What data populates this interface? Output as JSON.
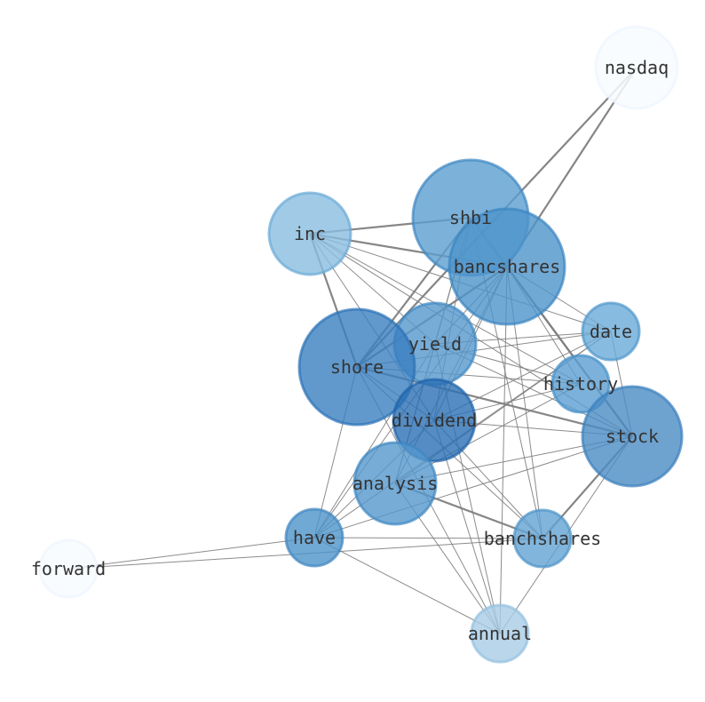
{
  "nodes": [
    {
      "id": "nasdaq",
      "label": "nasdaq",
      "color": "#f7fbff",
      "stroke": "#eef5fd",
      "opacity": 0.85
    },
    {
      "id": "shbi",
      "label": "shbi",
      "color": "#5b9fd0",
      "stroke": "#3d86c2",
      "opacity": 0.8
    },
    {
      "id": "inc",
      "label": "inc",
      "color": "#88bde0",
      "stroke": "#6aa9d6",
      "opacity": 0.8
    },
    {
      "id": "bancshares",
      "label": "bancshares",
      "color": "#4d94cb",
      "stroke": "#3a84c0",
      "opacity": 0.8
    },
    {
      "id": "date",
      "label": "date",
      "color": "#6aaad8",
      "stroke": "#4d96cb",
      "opacity": 0.8
    },
    {
      "id": "yield",
      "label": "yield",
      "color": "#5597cd",
      "stroke": "#3d87c2",
      "opacity": 0.8
    },
    {
      "id": "shore",
      "label": "shore",
      "color": "#3a7fc0",
      "stroke": "#2a70b5",
      "opacity": 0.8
    },
    {
      "id": "history",
      "label": "history",
      "color": "#5a9ed2",
      "stroke": "#428ec6",
      "opacity": 0.8
    },
    {
      "id": "dividend",
      "label": "dividend",
      "color": "#2a6fb4",
      "stroke": "#1f62a8",
      "opacity": 0.8
    },
    {
      "id": "stock",
      "label": "stock",
      "color": "#4a8cc4",
      "stroke": "#3a7fbc",
      "opacity": 0.8
    },
    {
      "id": "analysis",
      "label": "analysis",
      "color": "#5597cd",
      "stroke": "#3d87c2",
      "opacity": 0.8
    },
    {
      "id": "have",
      "label": "have",
      "color": "#4e93ca",
      "stroke": "#3d84bf",
      "opacity": 0.8
    },
    {
      "id": "banchshares",
      "label": "banchshares",
      "color": "#62a3d3",
      "stroke": "#4b93c8",
      "opacity": 0.8
    },
    {
      "id": "forward",
      "label": "forward",
      "color": "#f7fbff",
      "stroke": "#eef5fd",
      "opacity": 0.85
    },
    {
      "id": "annual",
      "label": "annual",
      "color": "#a7cce6",
      "stroke": "#93c0e0",
      "opacity": 0.8
    }
  ],
  "edges": [
    {
      "source": "nasdaq",
      "target": "shore",
      "weight": 2
    },
    {
      "source": "nasdaq",
      "target": "bancshares",
      "weight": 2
    },
    {
      "source": "inc",
      "target": "shbi",
      "weight": 2
    },
    {
      "source": "inc",
      "target": "bancshares",
      "weight": 3
    },
    {
      "source": "inc",
      "target": "shore",
      "weight": 2
    },
    {
      "source": "inc",
      "target": "date",
      "weight": 1
    },
    {
      "source": "inc",
      "target": "history",
      "weight": 1
    },
    {
      "source": "inc",
      "target": "stock",
      "weight": 1
    },
    {
      "source": "inc",
      "target": "dividend",
      "weight": 1
    },
    {
      "source": "inc",
      "target": "yield",
      "weight": 1
    },
    {
      "source": "shbi",
      "target": "shore",
      "weight": 2
    },
    {
      "source": "shbi",
      "target": "stock",
      "weight": 2
    },
    {
      "source": "shbi",
      "target": "dividend",
      "weight": 1
    },
    {
      "source": "shbi",
      "target": "yield",
      "weight": 1
    },
    {
      "source": "shbi",
      "target": "analysis",
      "weight": 1
    },
    {
      "source": "shbi",
      "target": "banchshares",
      "weight": 1
    },
    {
      "source": "bancshares",
      "target": "shore",
      "weight": 2
    },
    {
      "source": "bancshares",
      "target": "stock",
      "weight": 2
    },
    {
      "source": "bancshares",
      "target": "date",
      "weight": 1
    },
    {
      "source": "bancshares",
      "target": "history",
      "weight": 1
    },
    {
      "source": "bancshares",
      "target": "yield",
      "weight": 1
    },
    {
      "source": "bancshares",
      "target": "dividend",
      "weight": 1
    },
    {
      "source": "bancshares",
      "target": "analysis",
      "weight": 1
    },
    {
      "source": "bancshares",
      "target": "have",
      "weight": 1
    },
    {
      "source": "bancshares",
      "target": "banchshares",
      "weight": 1
    },
    {
      "source": "bancshares",
      "target": "annual",
      "weight": 1
    },
    {
      "source": "date",
      "target": "yield",
      "weight": 1
    },
    {
      "source": "date",
      "target": "shore",
      "weight": 1
    },
    {
      "source": "date",
      "target": "stock",
      "weight": 1
    },
    {
      "source": "date",
      "target": "dividend",
      "weight": 1
    },
    {
      "source": "date",
      "target": "analysis",
      "weight": 1
    },
    {
      "source": "date",
      "target": "have",
      "weight": 1
    },
    {
      "source": "yield",
      "target": "stock",
      "weight": 1
    },
    {
      "source": "yield",
      "target": "history",
      "weight": 1
    },
    {
      "source": "yield",
      "target": "analysis",
      "weight": 1
    },
    {
      "source": "yield",
      "target": "have",
      "weight": 1
    },
    {
      "source": "yield",
      "target": "annual",
      "weight": 1
    },
    {
      "source": "shore",
      "target": "stock",
      "weight": 2
    },
    {
      "source": "shore",
      "target": "history",
      "weight": 1
    },
    {
      "source": "shore",
      "target": "dividend",
      "weight": 1
    },
    {
      "source": "shore",
      "target": "have",
      "weight": 1
    },
    {
      "source": "shore",
      "target": "banchshares",
      "weight": 1
    },
    {
      "source": "shore",
      "target": "annual",
      "weight": 1
    },
    {
      "source": "history",
      "target": "analysis",
      "weight": 1
    },
    {
      "source": "history",
      "target": "dividend",
      "weight": 1
    },
    {
      "source": "dividend",
      "target": "stock",
      "weight": 1
    },
    {
      "source": "dividend",
      "target": "banchshares",
      "weight": 1
    },
    {
      "source": "dividend",
      "target": "annual",
      "weight": 1
    },
    {
      "source": "dividend",
      "target": "have",
      "weight": 1
    },
    {
      "source": "stock",
      "target": "analysis",
      "weight": 1
    },
    {
      "source": "stock",
      "target": "have",
      "weight": 1
    },
    {
      "source": "stock",
      "target": "banchshares",
      "weight": 2
    },
    {
      "source": "stock",
      "target": "annual",
      "weight": 1
    },
    {
      "source": "analysis",
      "target": "banchshares",
      "weight": 2
    },
    {
      "source": "analysis",
      "target": "annual",
      "weight": 1
    },
    {
      "source": "have",
      "target": "banchshares",
      "weight": 1
    },
    {
      "source": "have",
      "target": "forward",
      "weight": 1
    },
    {
      "source": "have",
      "target": "annual",
      "weight": 1
    },
    {
      "source": "forward",
      "target": "banchshares",
      "weight": 1
    }
  ],
  "edge_color": "#808080"
}
